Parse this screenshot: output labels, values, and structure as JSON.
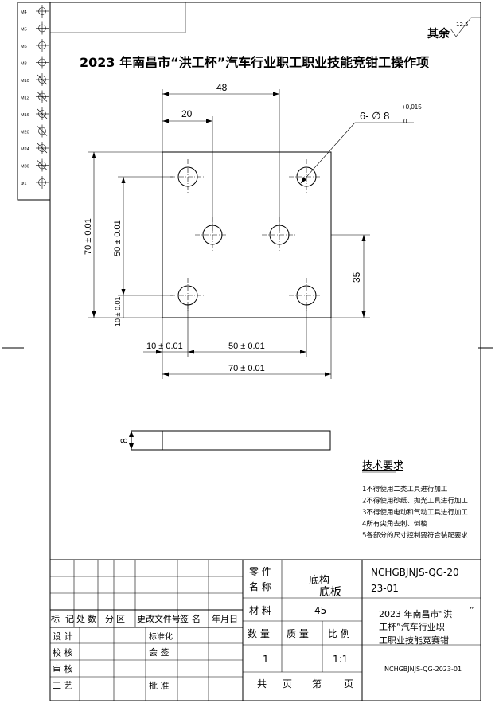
{
  "title": "2023 年南昌市“洪工杯”汽车行业职工职业技能竞钳工操作项",
  "roughness": {
    "label": "其余",
    "value": "12.5"
  },
  "thread_legend": [
    "M4",
    "M5",
    "M6",
    "M8",
    "M10",
    "M12",
    "M16",
    "M20",
    "M24",
    "M30",
    "Φ1"
  ],
  "dimensions": {
    "d48": "48",
    "d20": "20",
    "hole_note": "6- ∅ 8",
    "hole_tol_upper": "+0,015",
    "hole_tol_lower": "0",
    "v70": "70 ± 0.01",
    "v50": "50 ± 0.01",
    "v10": "10 ± 0.01",
    "v35": "35",
    "h10": "10 ± 0.01",
    "h50": "50 ± 0.01",
    "h70": "70 ± 0.01",
    "thickness": "8"
  },
  "tech_requirements": {
    "heading": "技术要求",
    "items": [
      "1不得使用二类工具进行加工",
      "2不得使用砂纸、抛光工具进行加工",
      "3不得使用电动和气动工具进行加工",
      "4所有尖角去刺、倒棱",
      "5各部分的尺寸控制要符合装配要求"
    ]
  },
  "title_block": {
    "part_label_1": "零 件",
    "part_label_2": "名 称",
    "part_name_1": "底构",
    "part_name_2": "底板",
    "drawing_no": "NCHGBJNJS-QG-2023-01",
    "drawing_no_line1": "NCHGBJNJS-QG-20",
    "drawing_no_line2": "23-01",
    "material_label": "材 料",
    "material": "45",
    "event_line1": "2023 年南昌市“洪",
    "event_quote": "”",
    "event_line2": "工杯”汽车行业职",
    "event_line3": "工职业技能竞赛钳",
    "qty_label": "数 量",
    "mass_label": "质 量",
    "scale_label": "比 例",
    "qty": "1",
    "scale": "1:1",
    "total_label": "共",
    "sheet_label": "页",
    "no_label": "第",
    "page_label": "页",
    "rev_headers": [
      "标",
      "记",
      "处",
      "数",
      "分",
      "区",
      "更改文件号",
      "签",
      "名",
      "年月日"
    ],
    "roles": [
      "设 计",
      "校 核",
      "审 核",
      "工 艺"
    ],
    "standard": "标准化",
    "sign": "会 签",
    "approve": "批 准"
  }
}
